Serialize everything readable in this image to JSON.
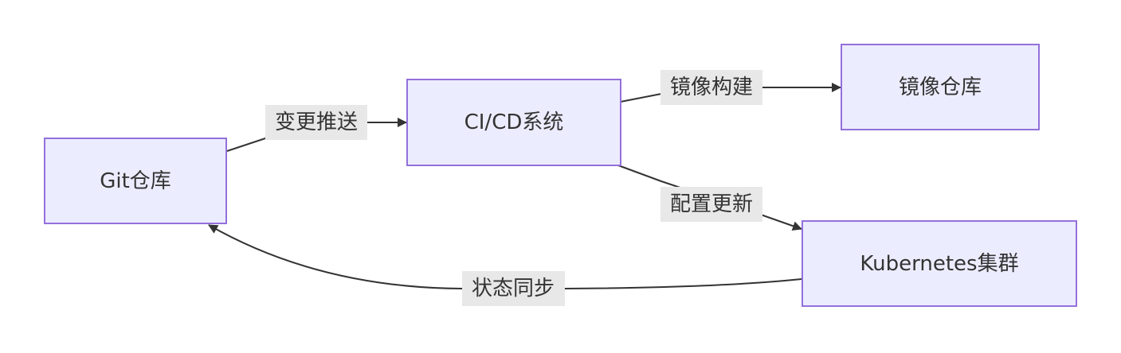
{
  "nodes": {
    "git_repo": "Git仓库",
    "ci_cd": "CI/CD系统",
    "image_registry": "镜像仓库",
    "k8s_cluster": "Kubernetes集群"
  },
  "edges": {
    "push": "变更推送",
    "build": "镜像构建",
    "config_update": "配置更新",
    "state_sync": "状态同步"
  },
  "colors": {
    "node_fill": "#ececff",
    "node_stroke": "#9370db",
    "edge": "#333333",
    "label_bg": "#e8e8e8"
  }
}
